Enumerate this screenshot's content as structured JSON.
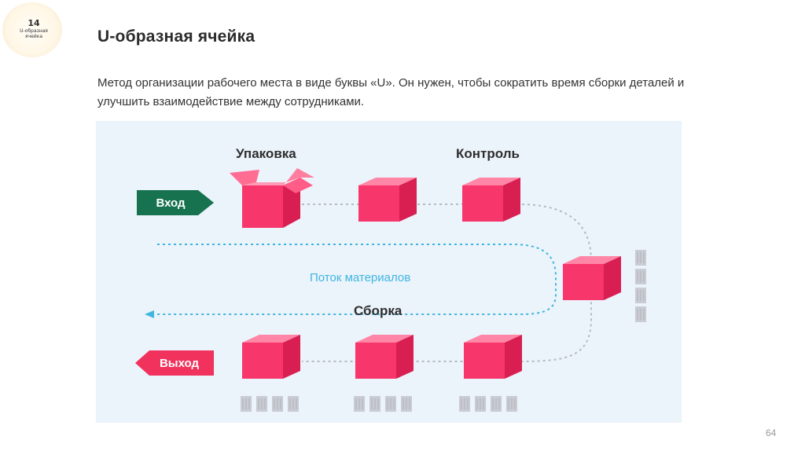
{
  "logo": {
    "number": "14",
    "title": "U-образная ячейка"
  },
  "title": "U-образная ячейка",
  "description": "Метод организации рабочего места в виде буквы «U». Он нужен, чтобы сократить время сборки деталей и улучшить взаимодействие между сотрудниками.",
  "diagram": {
    "labels": {
      "packing": "Упаковка",
      "control": "Контроль",
      "assembly": "Сборка",
      "flow": "Поток материалов"
    },
    "entry": "Вход",
    "exit": "Выход",
    "colors": {
      "box": "#f7366b",
      "entry": "#16724f",
      "exit": "#f0325d",
      "flow": "#3fb6df",
      "panel": "#ebf3fb"
    }
  },
  "page_number": "64"
}
